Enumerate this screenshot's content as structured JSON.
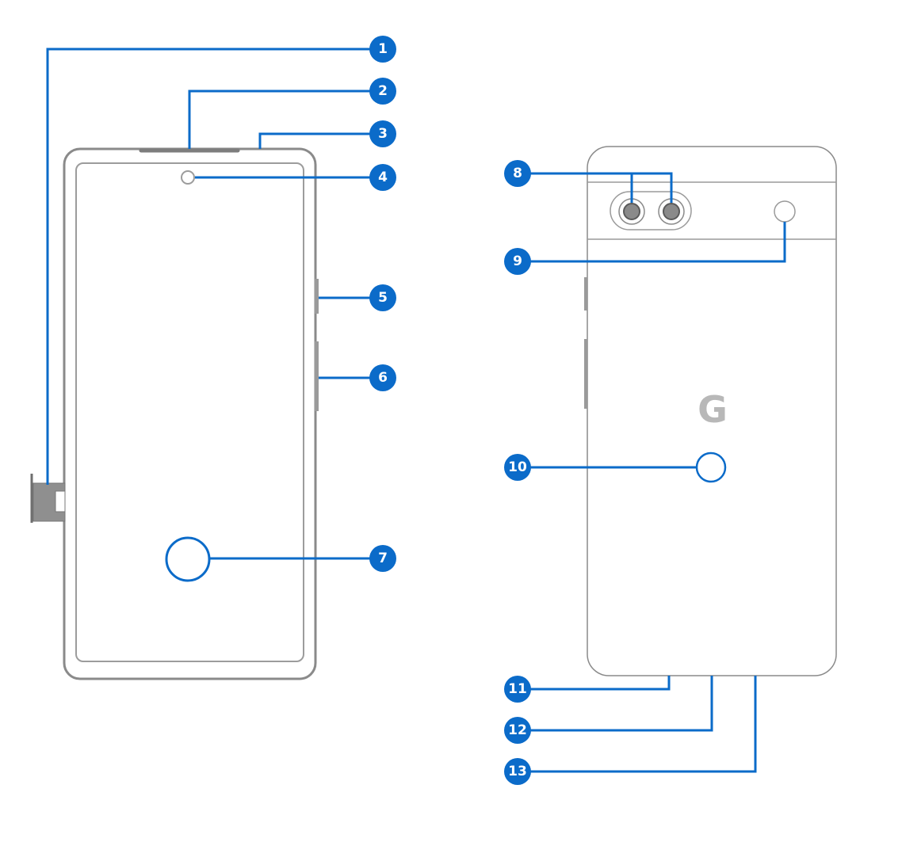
{
  "front_view": {
    "callouts": [
      "1",
      "2",
      "3",
      "4",
      "5",
      "6",
      "7"
    ]
  },
  "back_view": {
    "brand_letter": "G",
    "callouts": [
      "8",
      "9",
      "10",
      "11",
      "12",
      "13"
    ]
  },
  "colors": {
    "callout_blue": "#0b6bc9",
    "phone_outline": "#8a8a8a",
    "button_gray": "#9a9a9a",
    "logo_gray": "#b8b8b8"
  }
}
